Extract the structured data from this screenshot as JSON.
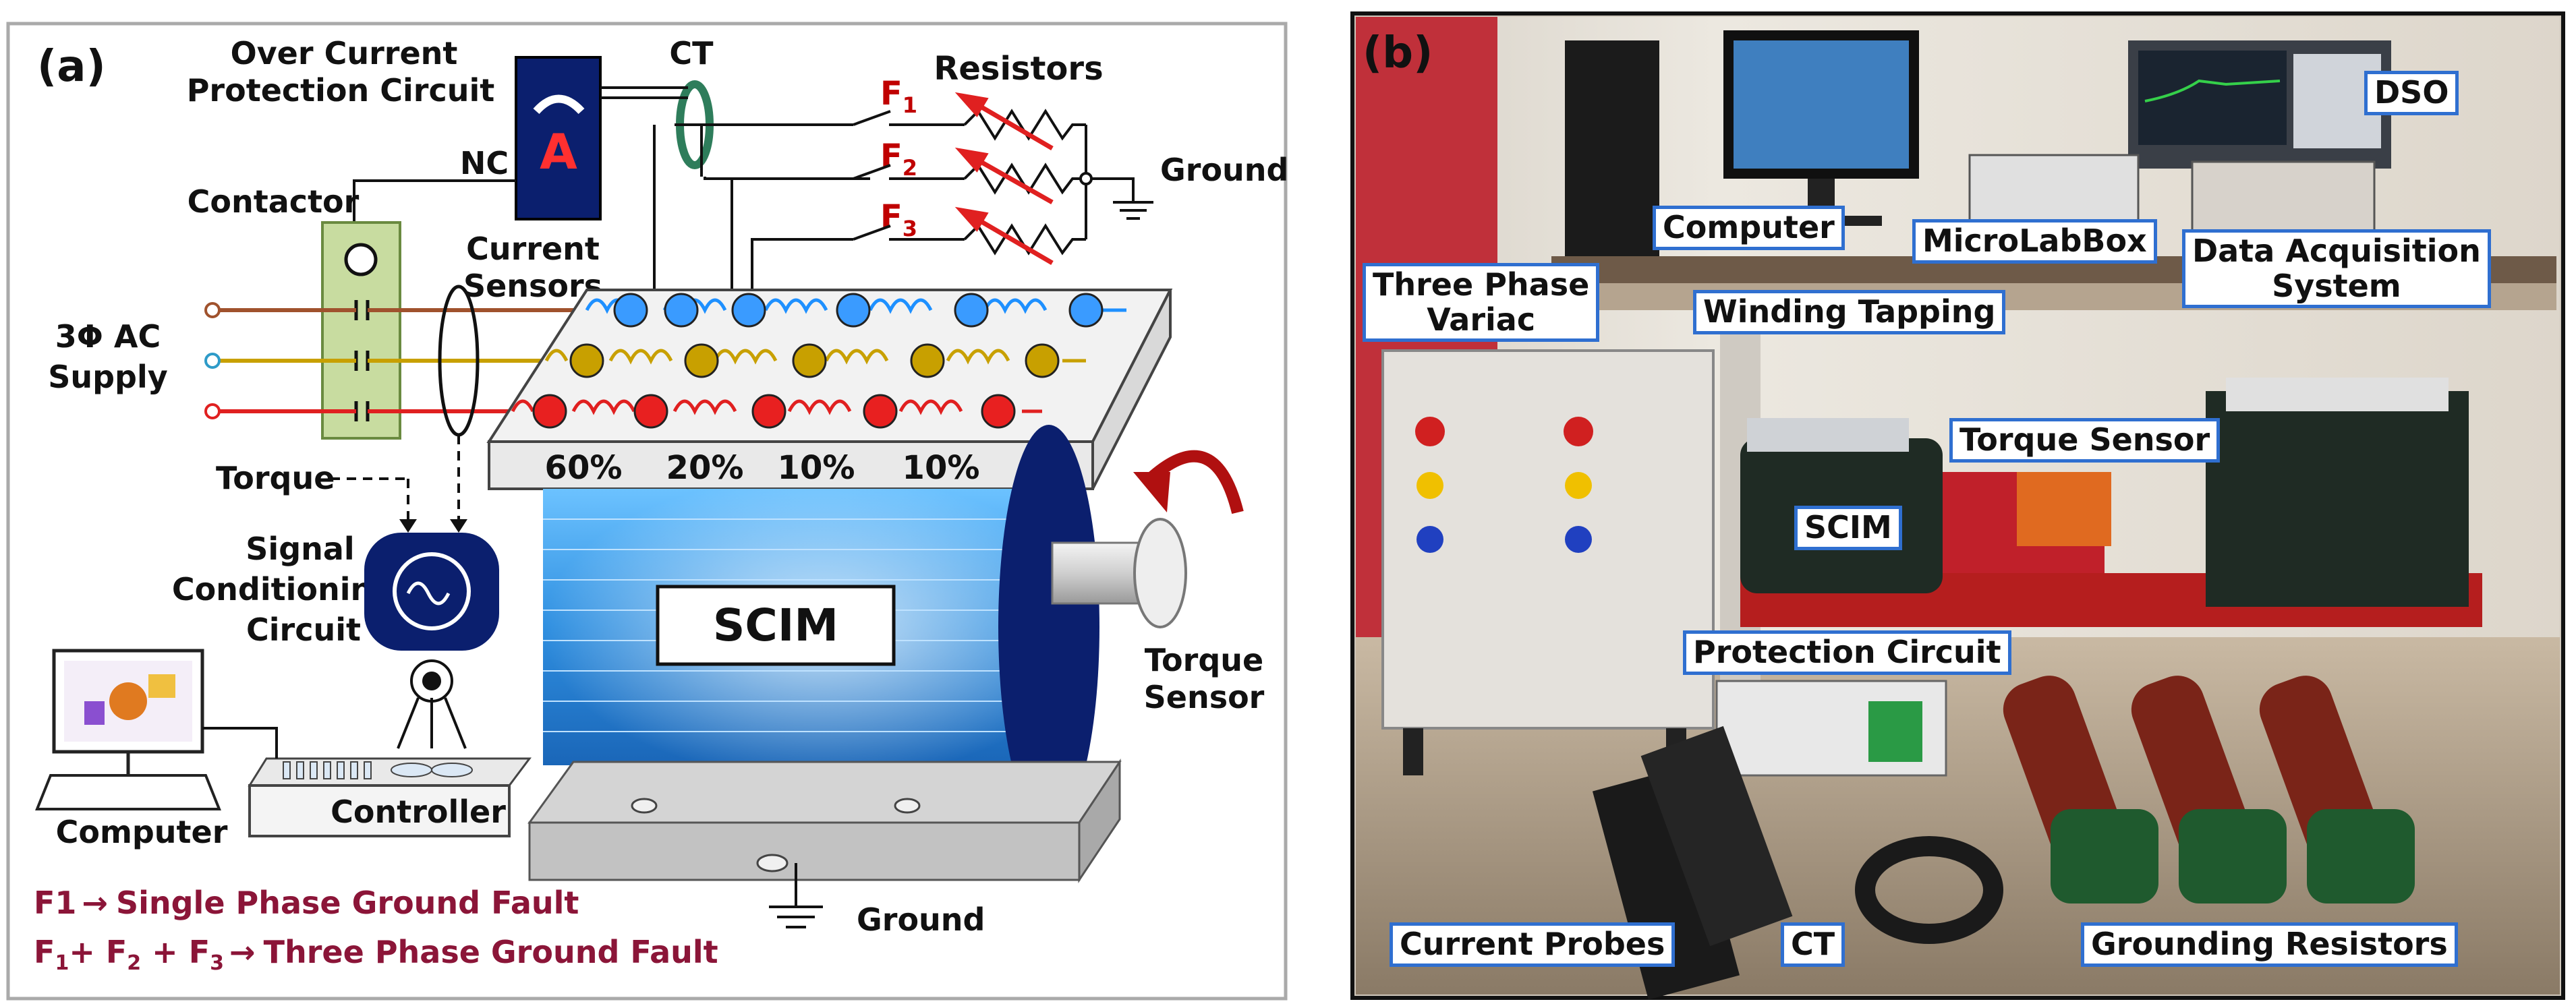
{
  "panel_a": {
    "tag": "(a)",
    "labels": {
      "overcurrent_line1": "Over Current",
      "overcurrent_line2": "Protection Circuit",
      "ct": "CT",
      "f1": "F",
      "f1_sub": "1",
      "f2": "F",
      "f2_sub": "2",
      "f3": "F",
      "f3_sub": "3",
      "resistors": "Resistors",
      "ground_top": "Ground",
      "nc": "NC",
      "ammeter": "A",
      "contactor": "Contactor",
      "current_sensors_1": "Current",
      "current_sensors_2": "Sensors",
      "supply_1": "3Φ AC",
      "supply_2": "Supply",
      "torque": "Torque",
      "signal_1": "Signal",
      "signal_2": "Conditioning",
      "signal_3": "Circuit",
      "controller": "Controller",
      "computer": "Computer",
      "scim": "SCIM",
      "torque_sensor_1": "Torque",
      "torque_sensor_2": "Sensor",
      "ground_bottom": "Ground",
      "tap_60": "60%",
      "tap_20": "20%",
      "tap_10a": "10%",
      "tap_10b": "10%"
    },
    "notes": {
      "line1_prefix": "F1",
      "line1_arrow": "→",
      "line1_text": "Single Phase Ground Fault",
      "line2_f1": "F",
      "line2_s1": "1",
      "line2_f2": "+ F",
      "line2_s2": "2",
      "line2_f3": " + F",
      "line2_s3": "3",
      "line2_arrow": "→",
      "line2_text": "Three Phase Ground Fault"
    },
    "colors": {
      "phase_a": "#a0522d",
      "phase_b": "#c8a000",
      "phase_c": "#e02020",
      "coil_blue": "#1e90ff",
      "coil_gold": "#c8a000",
      "coil_red": "#e02020",
      "motor_body": "#2f8fe0",
      "motor_end": "#0b1f6e",
      "contactor_fill": "#c8dca0",
      "ct_ring": "#2e7d5b",
      "note_text": "#8b1538"
    }
  },
  "panel_b": {
    "tag": "(b)",
    "labels": {
      "computer": "Computer",
      "microlabbox": "MicroLabBox",
      "dso": "DSO",
      "daq_1": "Data Acquisition",
      "daq_2": "System",
      "variac_1": "Three Phase",
      "variac_2": "Variac",
      "winding": "Winding Tapping",
      "torque_sensor": "Torque Sensor",
      "scim": "SCIM",
      "protection": "Protection Circuit",
      "current_probes": "Current Probes",
      "ct": "CT",
      "grounding": "Grounding Resistors"
    }
  }
}
